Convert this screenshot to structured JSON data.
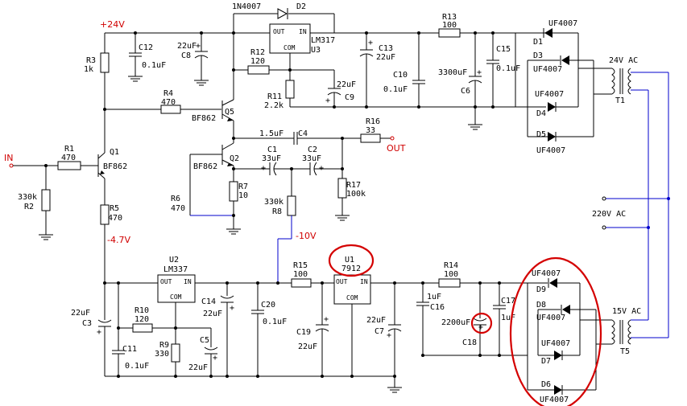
{
  "rails": {
    "pos24": "+24V",
    "neg47": "-4.7V",
    "neg10": "-10V",
    "in": "IN",
    "out": "OUT"
  },
  "mains": "220V AC",
  "transformers": [
    {
      "ref": "T1",
      "rating": "24V AC"
    },
    {
      "ref": "T5",
      "rating": "15V AC"
    }
  ],
  "regulators": [
    {
      "ref": "U3",
      "part": "LM317",
      "pins": {
        "out": "OUT",
        "in": "IN",
        "com": "COM"
      }
    },
    {
      "ref": "U2",
      "part": "LM337",
      "pins": {
        "out": "OUT",
        "in": "IN",
        "com": "COM"
      }
    },
    {
      "ref": "U1",
      "part": "7912",
      "pins": {
        "out": "OUT",
        "in": "IN",
        "com": "COM"
      }
    }
  ],
  "transistors": [
    {
      "ref": "Q1",
      "part": "BF862"
    },
    {
      "ref": "Q2",
      "part": "BF862"
    },
    {
      "ref": "Q5",
      "part": "BF862"
    }
  ],
  "diodes": [
    {
      "ref": "D2",
      "part": "1N4007"
    },
    {
      "ref": "D1",
      "part": "UF4007"
    },
    {
      "ref": "D3",
      "part": "UF4007"
    },
    {
      "ref": "D4",
      "part": "UF4007"
    },
    {
      "ref": "D5",
      "part": "UF4007"
    },
    {
      "ref": "D9",
      "part": "UF4007"
    },
    {
      "ref": "D8",
      "part": "UF4007"
    },
    {
      "ref": "D7",
      "part": "UF4007"
    },
    {
      "ref": "D6",
      "part": "UF4007"
    }
  ],
  "resistors": [
    {
      "ref": "R1",
      "value": "470"
    },
    {
      "ref": "R2",
      "value": "330k"
    },
    {
      "ref": "R3",
      "value": "1k"
    },
    {
      "ref": "R4",
      "value": "470"
    },
    {
      "ref": "R5",
      "value": "470"
    },
    {
      "ref": "R6",
      "value": "470"
    },
    {
      "ref": "R7",
      "value": "10"
    },
    {
      "ref": "R8",
      "value": "330k"
    },
    {
      "ref": "R9",
      "value": "330"
    },
    {
      "ref": "R10",
      "value": "120"
    },
    {
      "ref": "R11",
      "value": "2.2k"
    },
    {
      "ref": "R12",
      "value": "120"
    },
    {
      "ref": "R13",
      "value": "100"
    },
    {
      "ref": "R14",
      "value": "100"
    },
    {
      "ref": "R15",
      "value": "100"
    },
    {
      "ref": "R16",
      "value": "33"
    },
    {
      "ref": "R17",
      "value": "100k"
    }
  ],
  "capacitors": [
    {
      "ref": "C1",
      "value": "33uF"
    },
    {
      "ref": "C2",
      "value": "33uF"
    },
    {
      "ref": "C3",
      "value": "22uF"
    },
    {
      "ref": "C4",
      "value": "1.5uF"
    },
    {
      "ref": "C5",
      "value": "22uF"
    },
    {
      "ref": "C6",
      "value": "3300uF"
    },
    {
      "ref": "C7",
      "value": "22uF"
    },
    {
      "ref": "C8",
      "value": "22uF"
    },
    {
      "ref": "C9",
      "value": "22uF"
    },
    {
      "ref": "C10",
      "value": "0.1uF"
    },
    {
      "ref": "C11",
      "value": "0.1uF"
    },
    {
      "ref": "C12",
      "value": "0.1uF"
    },
    {
      "ref": "C13",
      "value": "22uF"
    },
    {
      "ref": "C14",
      "value": "22uF"
    },
    {
      "ref": "C15",
      "value": "0.1uF"
    },
    {
      "ref": "C16",
      "value": "1uF"
    },
    {
      "ref": "C17",
      "value": "1uF"
    },
    {
      "ref": "C18",
      "value": "2200uF"
    },
    {
      "ref": "C19",
      "value": "22uF"
    },
    {
      "ref": "C20",
      "value": "0.1uF"
    }
  ],
  "polarity_mark": "+",
  "highlight_color": "#d40000",
  "wire_color_secondary": "#0000cc"
}
